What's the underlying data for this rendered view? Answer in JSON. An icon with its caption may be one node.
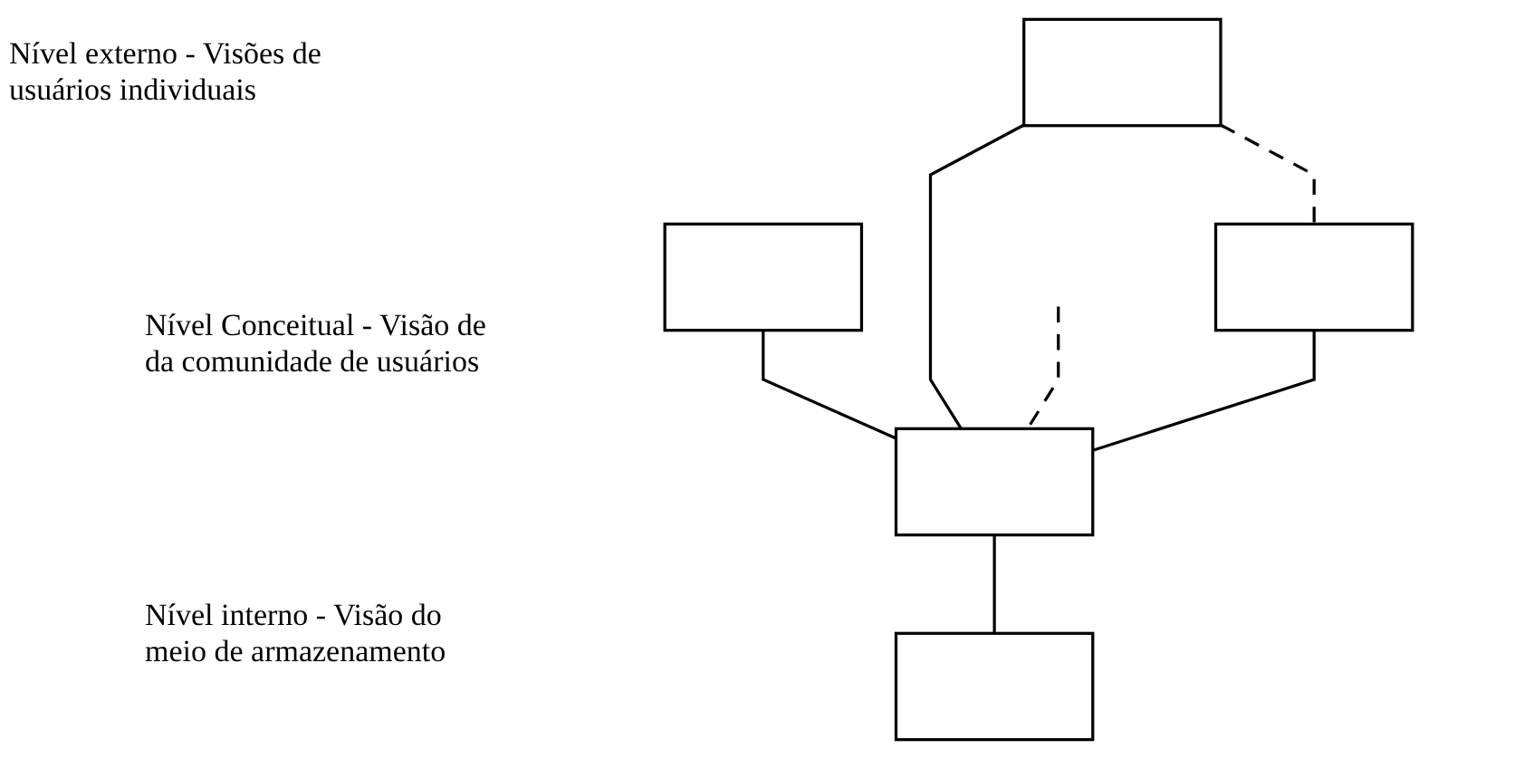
{
  "diagram": {
    "nodes": [
      {
        "text": [],
        "shape": "box"
      },
      {
        "text": [],
        "shape": "box"
      },
      {
        "text": [],
        "shape": "box"
      },
      {
        "text": [],
        "shape": "box"
      },
      {
        "text": [],
        "shape": "box"
      }
    ],
    "edges": [
      {
        "from": 1,
        "to": 2,
        "arrow": "none",
        "style": "dashed"
      },
      {
        "from": 0,
        "to": 3,
        "arrow": "none"
      },
      {
        "from": 1,
        "to": 3,
        "arrow": "none"
      },
      {
        "from": null,
        "to": 3,
        "arrow": "none",
        "style": "dashed"
      },
      {
        "from": 2,
        "to": 3,
        "arrow": "none"
      },
      {
        "from": 3,
        "to": 4,
        "arrow": "none"
      }
    ],
    "labels": [
      "Nível externo - Visões de usuários individuais",
      "Nível Conceitual - Visão de da comunidade de usuários",
      "Nível interno - Visão do meio de armazenamento"
    ]
  }
}
